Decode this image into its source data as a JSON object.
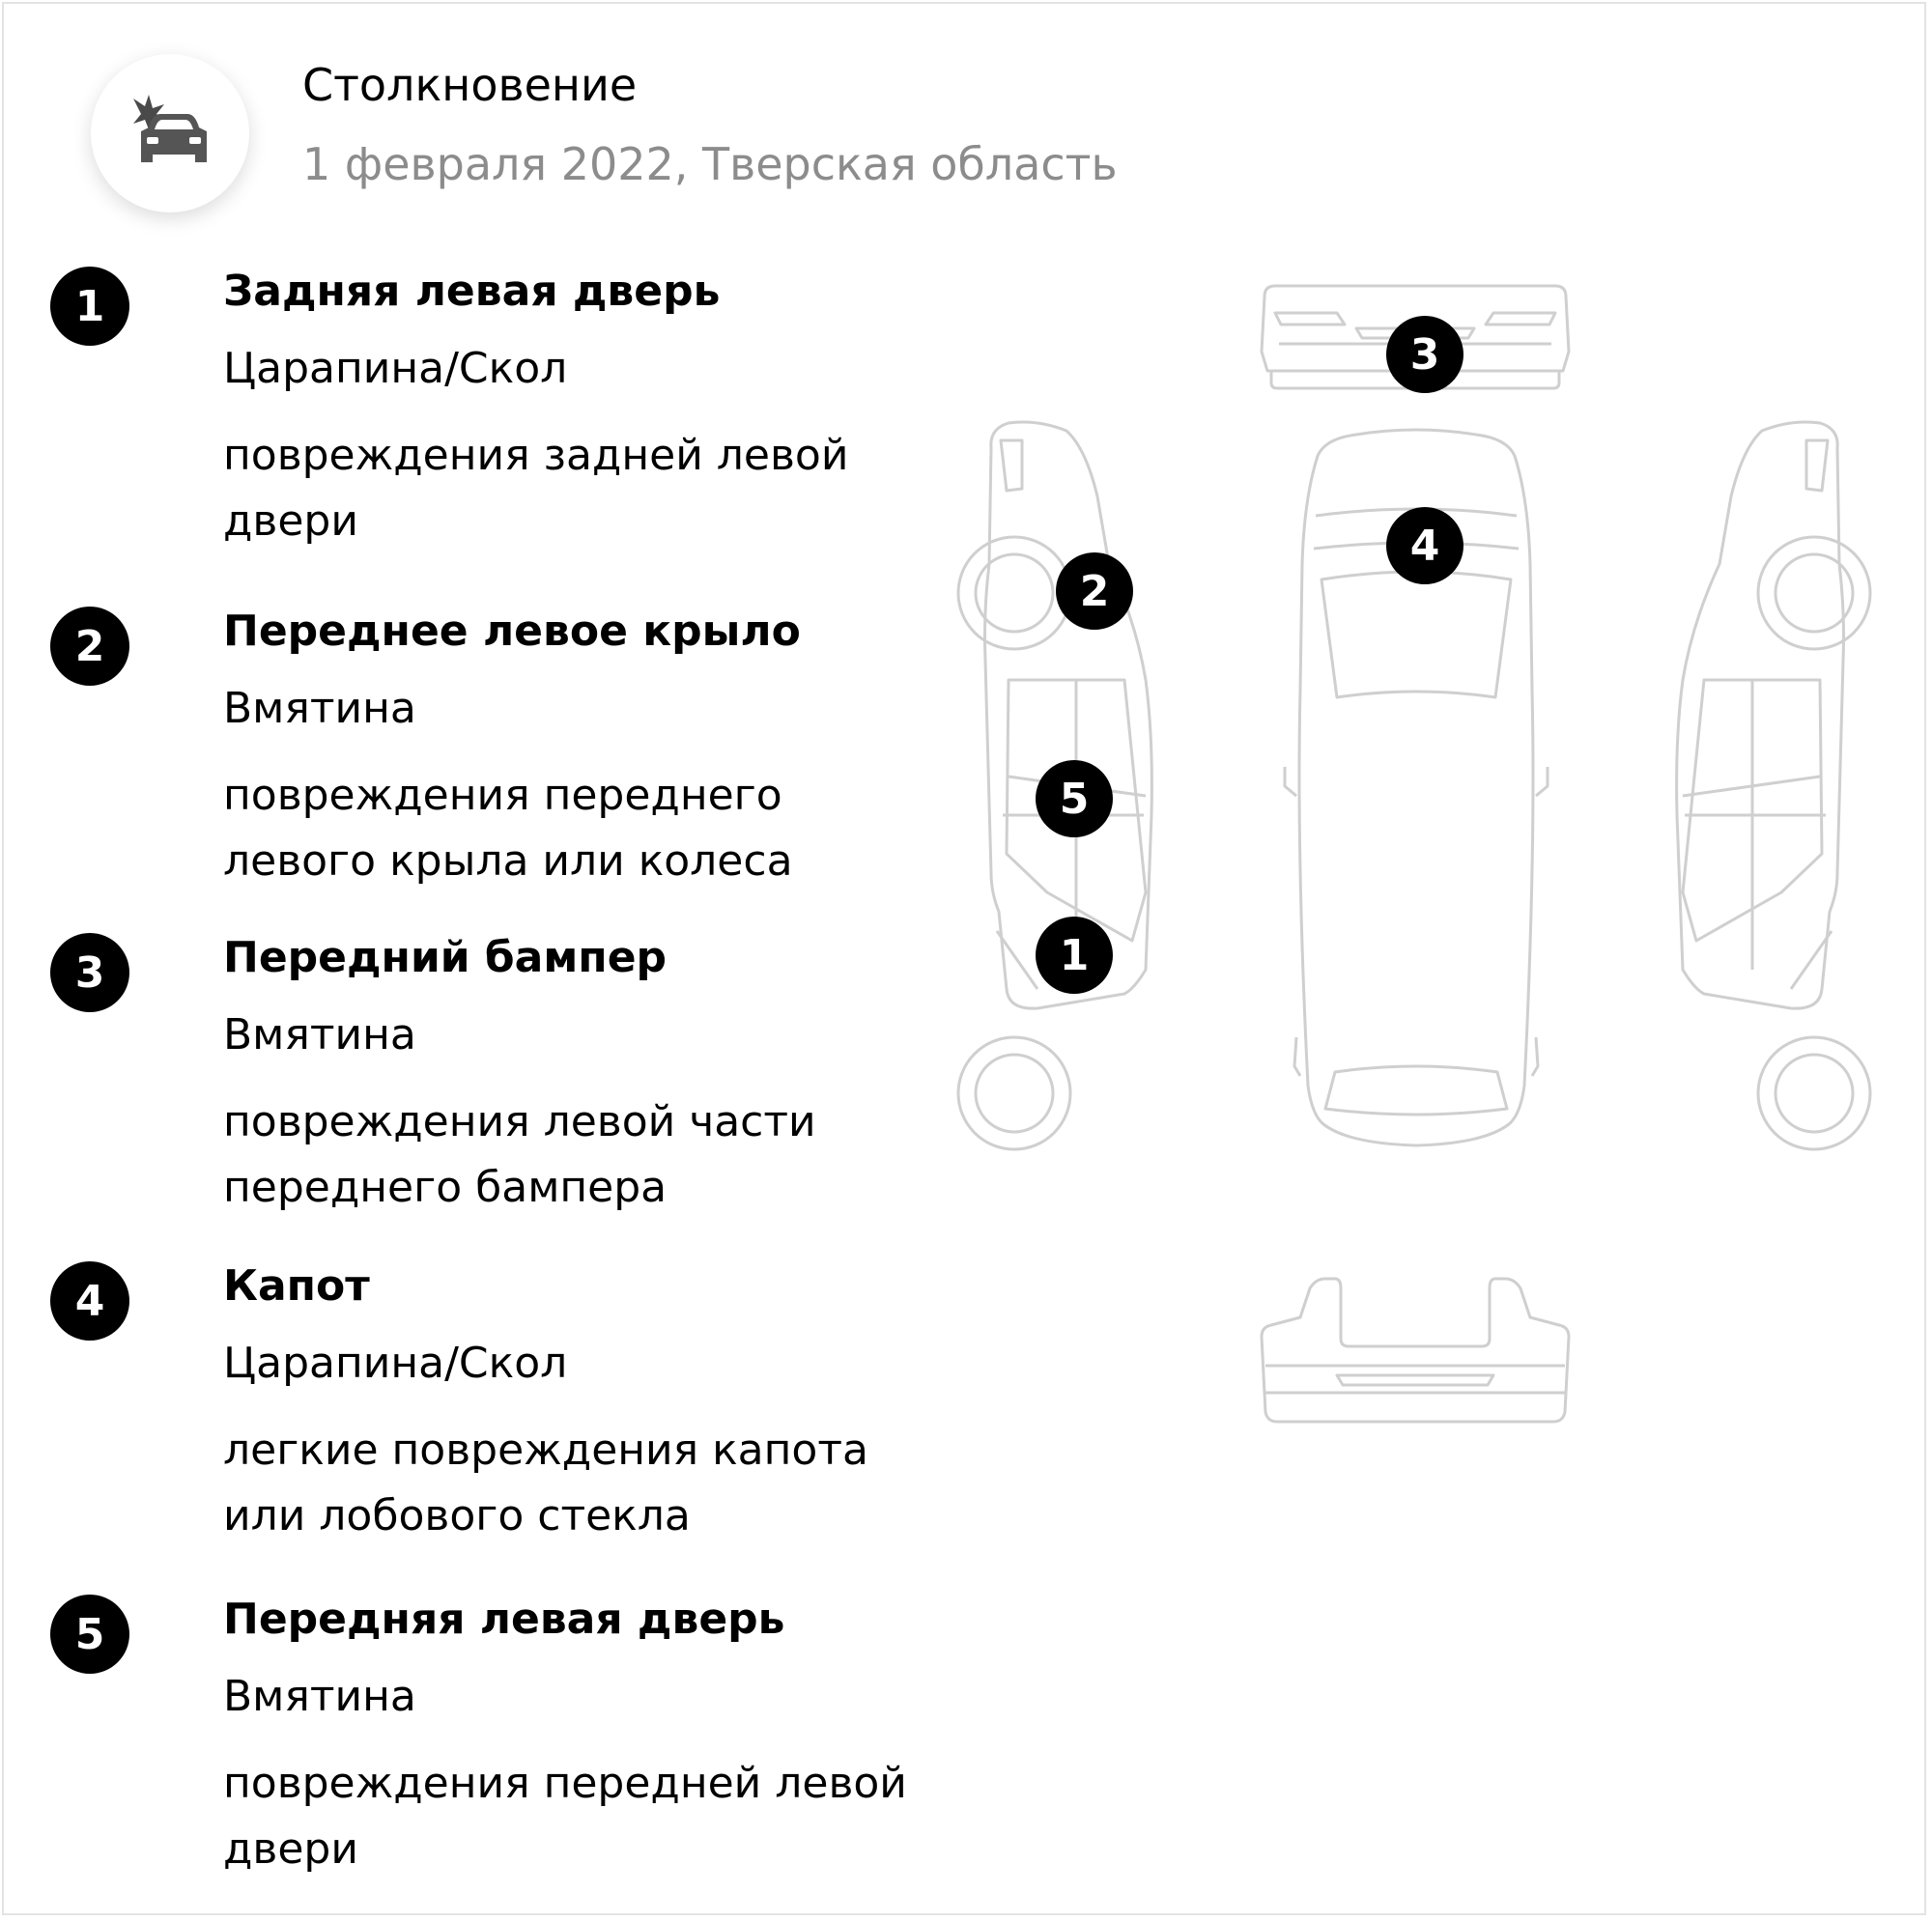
{
  "header": {
    "icon": "car-crash-icon",
    "title": "Столкновение",
    "subtitle": "1 февраля 2022, Тверская область"
  },
  "damages": [
    {
      "number": "1",
      "part": "Задняя левая дверь",
      "type": "Царапина/Скол",
      "description": "повреждения задней левой двери"
    },
    {
      "number": "2",
      "part": "Переднее левое крыло",
      "type": "Вмятина",
      "description": "повреждения переднего левого крыла или колеса"
    },
    {
      "number": "3",
      "part": "Передний бампер",
      "type": "Вмятина",
      "description": "повреждения левой части переднего бампера"
    },
    {
      "number": "4",
      "part": "Капот",
      "type": "Царапина/Скол",
      "description": "легкие повреждения капота или лобового стекла"
    },
    {
      "number": "5",
      "part": "Передняя левая дверь",
      "type": "Вмятина",
      "description": "повреждения передней левой двери"
    }
  ],
  "diagram_markers": [
    "3",
    "4",
    "2",
    "5",
    "1"
  ]
}
